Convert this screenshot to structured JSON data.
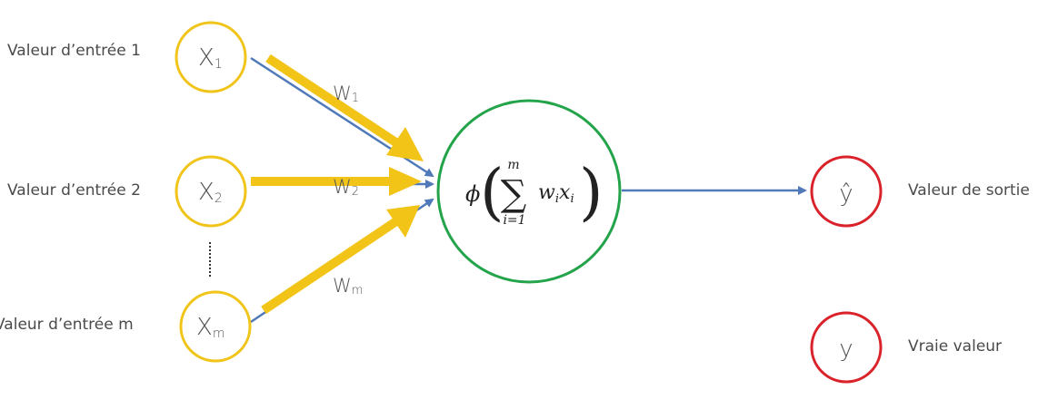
{
  "inputs": [
    {
      "label": "Valeur d’entrée 1",
      "symbol": "X",
      "subscript": "1"
    },
    {
      "label": "Valeur d’entrée 2",
      "symbol": "X",
      "subscript": "2"
    },
    {
      "label": "Valeur d’entrée m",
      "symbol": "X",
      "subscript": "m"
    }
  ],
  "weights": [
    {
      "symbol": "W",
      "subscript": "1"
    },
    {
      "symbol": "W",
      "subscript": "2"
    },
    {
      "symbol": "W",
      "subscript": "m"
    }
  ],
  "neuron": {
    "phi": "ϕ",
    "sigma": "∑",
    "upper_limit": "m",
    "lower_limit": "i=1",
    "term_w": "w",
    "term_x": "x",
    "index": "i"
  },
  "outputs": {
    "predicted_symbol": "ŷ",
    "predicted_label": "Valeur de sortie",
    "true_symbol": "y",
    "true_label": "Vraie valeur"
  },
  "colors": {
    "input_circle": "#f0c419",
    "neuron_circle": "#24a44a",
    "output_circle": "#d9222a",
    "connection_line": "#4f79b8",
    "weight_arrow": "#f2c417"
  }
}
